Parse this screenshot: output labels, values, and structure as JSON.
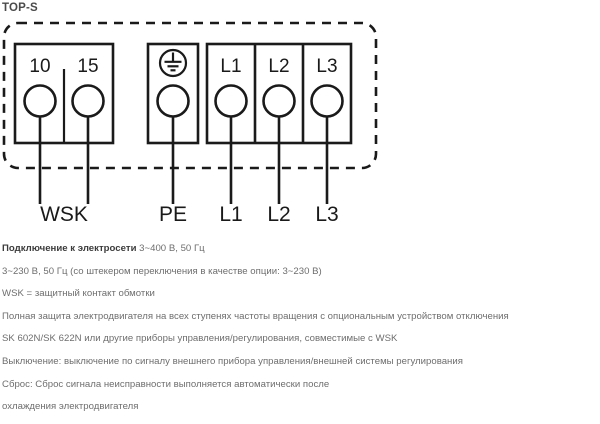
{
  "page_title": "TOP-S",
  "diagram": {
    "name": "terminal-wiring-diagram",
    "enclosure_style": "dashed-rounded-rectangle",
    "blocks": [
      {
        "id": "wsk-block",
        "label": "WSK",
        "terminals": [
          {
            "id": "terminal-10",
            "label": "10"
          },
          {
            "id": "terminal-15",
            "label": "15"
          }
        ]
      },
      {
        "id": "pe-block",
        "label": "PE",
        "terminals": [
          {
            "id": "terminal-pe",
            "label": "",
            "icon": "earth-ground-icon"
          }
        ]
      },
      {
        "id": "phase-block",
        "label": "",
        "terminals": [
          {
            "id": "terminal-l1",
            "label": "L1"
          },
          {
            "id": "terminal-l2",
            "label": "L2"
          },
          {
            "id": "terminal-l3",
            "label": "L3"
          }
        ]
      }
    ],
    "wire_labels": [
      {
        "id": "wire-label-wsk",
        "text": "WSK"
      },
      {
        "id": "wire-label-pe",
        "text": "PE"
      },
      {
        "id": "wire-label-l1",
        "text": "L1"
      },
      {
        "id": "wire-label-l2",
        "text": "L2"
      },
      {
        "id": "wire-label-l3",
        "text": "L3"
      }
    ],
    "colors": {
      "line": "#1a1a1a",
      "label": "#1a1a1a",
      "background": "#ffffff"
    }
  },
  "notes": [
    {
      "id": "mains-connection",
      "lead": "Подключение к электросети",
      "rest": " 3~400 В, 50 Гц"
    },
    {
      "id": "voltage-option",
      "lead": "",
      "rest": "3~230 В, 50 Гц (со штекером переключения в качестве опции: 3~230 В)"
    },
    {
      "id": "wsk-definition",
      "lead": "",
      "rest": "WSK = защитный контакт обмотки"
    },
    {
      "id": "motor-protection",
      "lead": "",
      "rest": "Полная защита электродвигателя на всех ступенях частоты вращения с опциональным устройством отключения"
    },
    {
      "id": "controllers",
      "lead": "",
      "rest": "SK 602N/SK 622N или другие приборы управления/регулирования, совместимые с WSK"
    },
    {
      "id": "switch-off",
      "lead": "",
      "rest": "Выключение: выключение по сигналу внешнего прибора управления/внешней системы регулирования"
    },
    {
      "id": "reset-line-1",
      "lead": "",
      "rest": "Сброс: Сброс сигнала неисправности выполняется автоматически после"
    },
    {
      "id": "reset-line-2",
      "lead": "",
      "rest": "охлаждения электродвигателя"
    }
  ]
}
